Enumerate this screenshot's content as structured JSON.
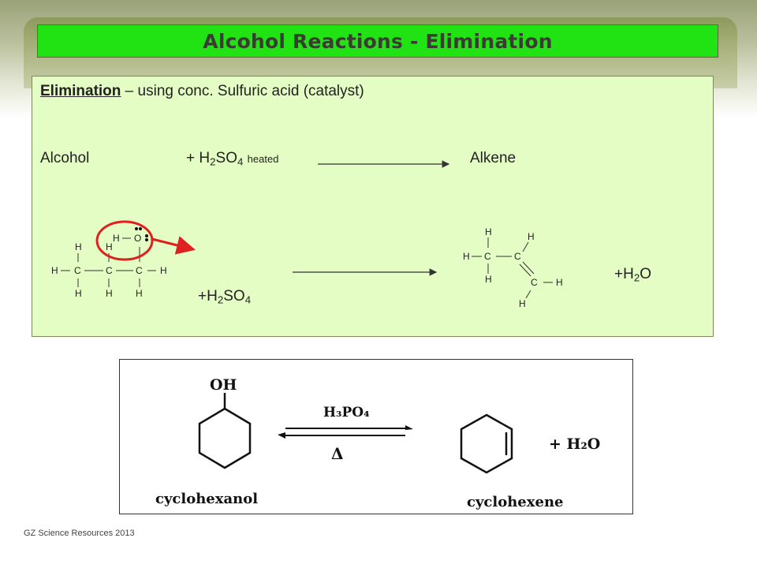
{
  "slide": {
    "title": "Alcohol Reactions - Elimination",
    "footer": "GZ Science Resources 2013"
  },
  "panel": {
    "heading_bold": "Elimination",
    "heading_rest": " – using conc. Sulfuric acid (catalyst)",
    "word_equation": {
      "reactant": "Alcohol",
      "reagent_prefix": "+ H",
      "reagent_sub1": "2",
      "reagent_mid": "SO",
      "reagent_sub2": "4",
      "reagent_condition": "heated",
      "product": "Alkene"
    },
    "structure_equation": {
      "reagent_prefix": "+H",
      "reagent_sub1": "2",
      "reagent_mid": "SO",
      "reagent_sub2": "4",
      "byproduct_prefix": "+H",
      "byproduct_sub": "2",
      "byproduct_suffix": "O"
    },
    "atoms": {
      "H": "H",
      "C": "C",
      "O": "O"
    },
    "highlight_color": "#e02020"
  },
  "bottom_reaction": {
    "reactant_group": "OH",
    "catalyst": "H₃PO₄",
    "condition": "Δ",
    "byproduct": "+ H₂O",
    "reactant_name": "cyclohexanol",
    "product_name": "cyclohexene"
  },
  "colors": {
    "title_bar": "#21e314",
    "panel_bg": "#e4fdc4"
  }
}
